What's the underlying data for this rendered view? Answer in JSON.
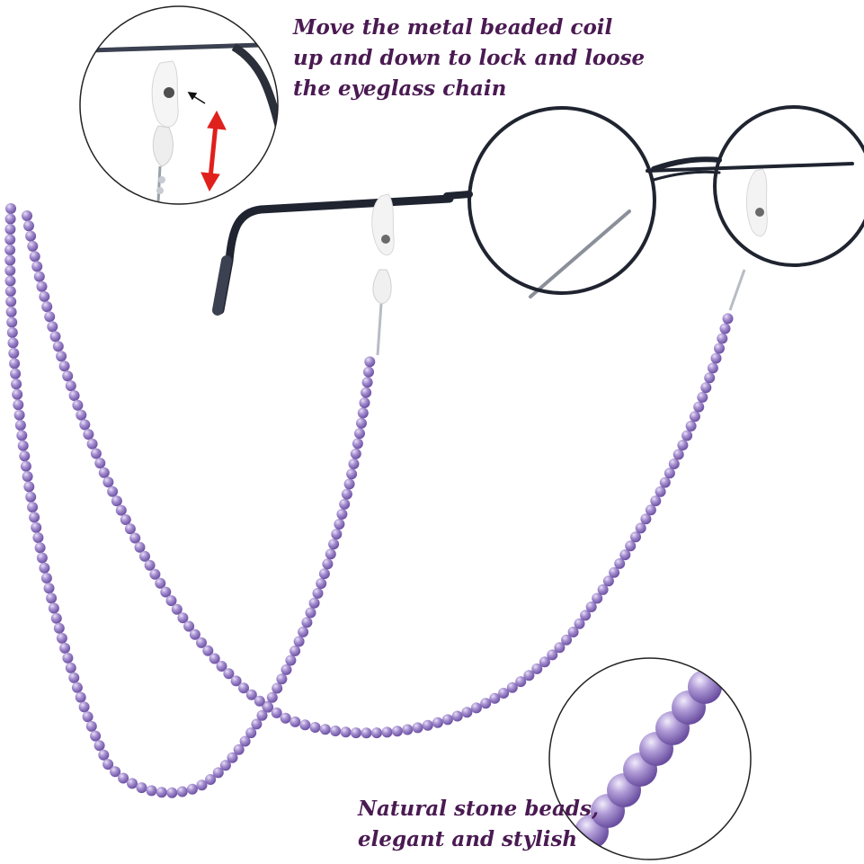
{
  "captions": {
    "coil_instruction": [
      "Move the metal beaded coil",
      "up and down to lock and loose",
      "the eyeglass chain"
    ],
    "beads_note": [
      "Natural stone beads,",
      "elegant and stylish"
    ]
  },
  "colors": {
    "caption_text": "#4a1a52",
    "bead_main": "#a58fd0",
    "bead_dark": "#7b5fb0",
    "frame": "#1f2430",
    "arrow": "#e0201c"
  },
  "icons": [
    "eyeglasses-icon",
    "bead-chain-icon",
    "zoom-circle-icon",
    "double-arrow-icon"
  ]
}
